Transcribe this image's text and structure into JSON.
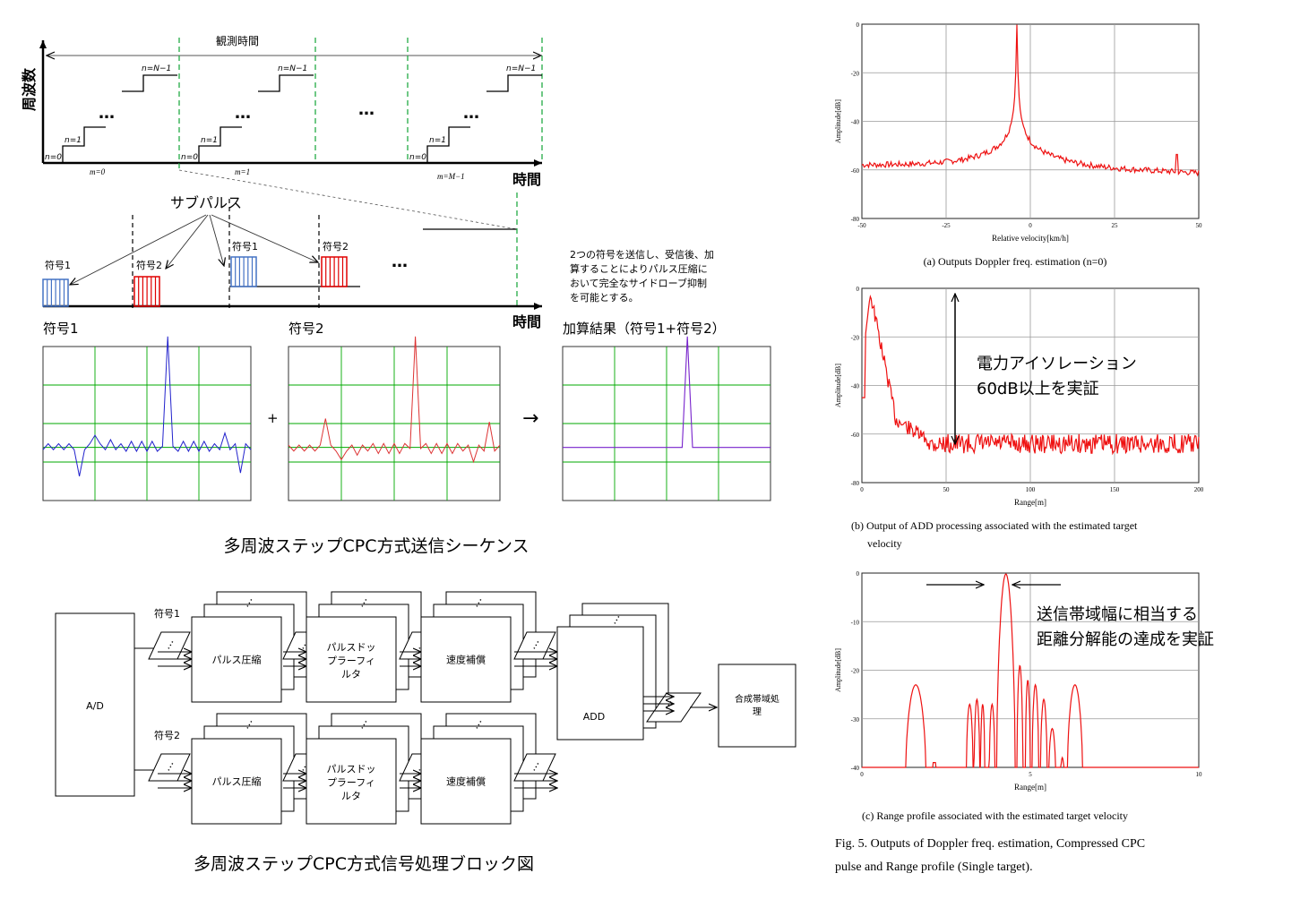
{
  "sequence": {
    "freq_axis": "周波数",
    "time_axis_top": "時間",
    "time_axis_bottom": "時間",
    "observation_time": "観測時間",
    "n0": "n=0",
    "n1": "n=1",
    "nN": "n=N−1",
    "m0": "m=0",
    "m1": "m=1",
    "mM": "m=M−1",
    "dots": "…",
    "subpulse": "サブパルス",
    "code1": "符号1",
    "code2": "符号2",
    "note": [
      "2つの符号を送信し、受信後、加",
      "算することによりパルス圧縮に",
      "おいて完全なサイドローブ抑制",
      "を可能とする。"
    ],
    "plot1_title": "符号1",
    "plot2_title": "符号2",
    "plot3_title": "加算結果（符号1+符号2）",
    "plus": "+",
    "arrow": "→",
    "caption": "多周波ステップCPC方式送信シーケンス"
  },
  "block": {
    "ad": "A/D",
    "code1": "符号1",
    "code2": "符号2",
    "pulse_comp": "パルス圧縮",
    "doppler": [
      "パルスドッ",
      "プラーフィ",
      "ルタ"
    ],
    "velocity": "速度補償",
    "add": "ADD",
    "synth": [
      "合成帯域処",
      "理"
    ],
    "caption": "多周波ステップCPC方式信号処理ブロック図"
  },
  "figs": {
    "a": {
      "ylabel": "Amplitude[dB]",
      "xlabel": "Relative velocity[km/h]",
      "yticks": [
        "0",
        "-20",
        "-40",
        "-60",
        "-80"
      ],
      "xticks": [
        "-50",
        "-25",
        "0",
        "25",
        "50"
      ],
      "caption": "(a) Outputs Doppler freq. estimation (n=0)"
    },
    "b": {
      "ylabel": "Amplitude[dB]",
      "xlabel": "Range[m]",
      "yticks": [
        "0",
        "-20",
        "-40",
        "-60",
        "-80"
      ],
      "xticks": [
        "0",
        "50",
        "100",
        "150",
        "200"
      ],
      "caption": [
        "(b) Output of ADD processing associated with the estimated target",
        "velocity"
      ],
      "annotation": [
        "電力アイソレーション",
        "60dB以上を実証"
      ]
    },
    "c": {
      "ylabel": "Amplitude[dB]",
      "xlabel": "Range[m]",
      "yticks": [
        "0",
        "-10",
        "-20",
        "-30",
        "-40"
      ],
      "xticks": [
        "0",
        "5",
        "10"
      ],
      "caption": "(c) Range profile associated with the estimated target velocity",
      "annotation": [
        "送信帯域幅に相当する",
        "距離分解能の達成を実証"
      ]
    },
    "fig_caption": [
      "Fig. 5.    Outputs of Doppler freq. estimation, Compressed CPC",
      "pulse and Range profile (Single target)."
    ]
  },
  "colors": {
    "blue": "#4472c4",
    "red": "#e00000",
    "green": "#00aa00",
    "plot_red": "#ee1111",
    "grid": "#999999"
  }
}
